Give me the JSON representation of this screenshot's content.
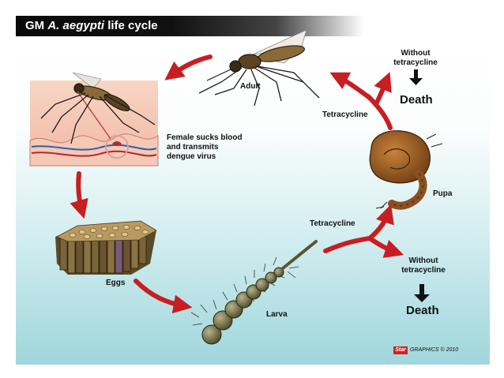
{
  "title": {
    "prefix": "GM ",
    "species": "A. aegypti",
    "suffix": " life cycle"
  },
  "stages": {
    "adult": "Adult",
    "eggs": "Eggs",
    "larva": "Larva",
    "pupa": "Pupa"
  },
  "bite_note": "Female sucks blood\nand transmits\ndengue virus",
  "branch_top": {
    "with_label": "Tetracycline",
    "without_label": "Without\ntetracycline",
    "outcome": "Death"
  },
  "branch_bottom": {
    "with_label": "Tetracycline",
    "without_label": "Without\ntetracycline",
    "outcome": "Death"
  },
  "credit": {
    "badge": "Star",
    "text": "GRAPHICS © 2010"
  },
  "colors": {
    "arrow": "#c81e22",
    "title_bar": "#0a0a0a",
    "panel_bottom": "#9fd6dc"
  }
}
